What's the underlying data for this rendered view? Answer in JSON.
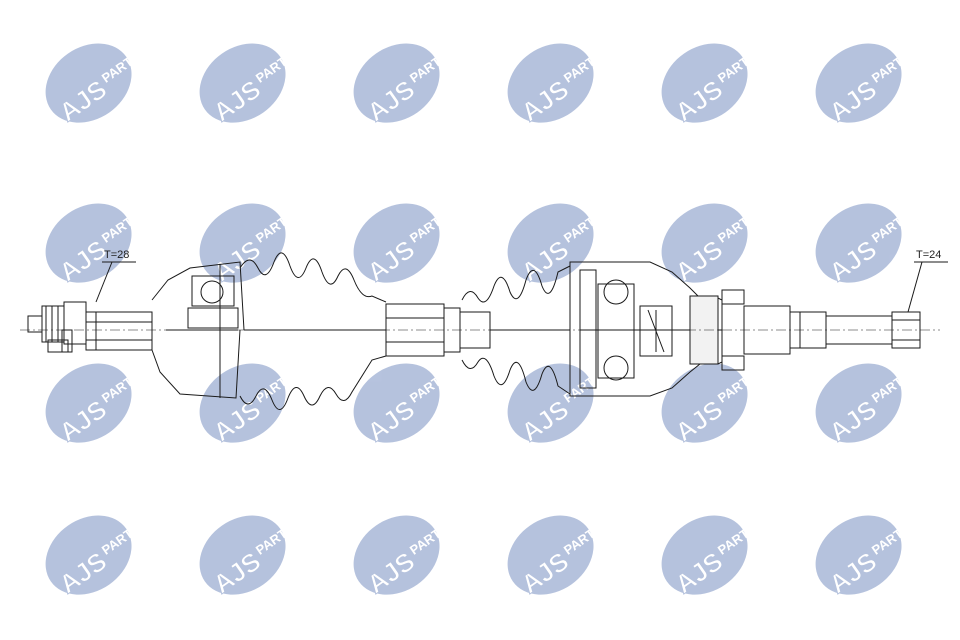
{
  "watermark": {
    "brand": "AJS",
    "suffix": "PARTS",
    "color": "#a9b8d8",
    "rows": 4,
    "cols": 6
  },
  "drawing": {
    "line_color": "#1a1a1a",
    "left_label": "T=28",
    "right_label": "T=24"
  }
}
